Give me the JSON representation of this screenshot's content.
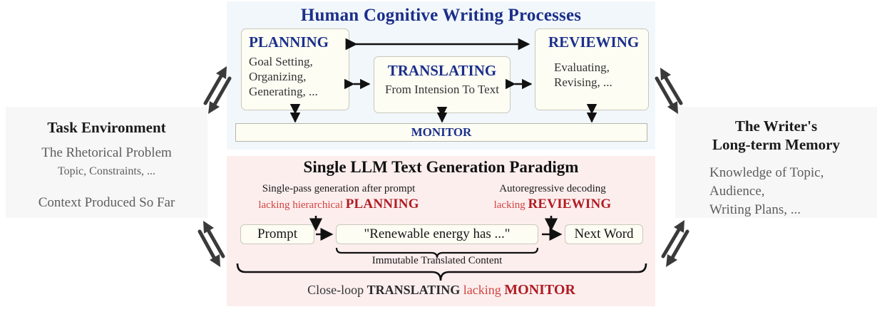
{
  "left_panel": {
    "title": "Task Environment",
    "line1": "The Rhetorical Problem",
    "line2": "Topic, Constraints, ...",
    "line3": "Context Produced So Far"
  },
  "right_panel": {
    "title_line1": "The Writer's",
    "title_line2": "Long-term Memory",
    "items": [
      "Knowledge of Topic,",
      "Audience,",
      "Writing Plans, ..."
    ]
  },
  "human_panel": {
    "title": "Human Cognitive Writing Processes",
    "planning": {
      "heading": "PLANNING",
      "line1": "Goal Setting,",
      "line2": "Organizing,",
      "line3": "Generating, ..."
    },
    "translating": {
      "heading": "TRANSLATING",
      "body": "From Intension To Text"
    },
    "reviewing": {
      "heading": "REVIEWING",
      "line1": "Evaluating,",
      "line2": "Revising, ..."
    },
    "monitor": "MONITOR"
  },
  "llm_panel": {
    "title": "Single LLM Text Generation Paradigm",
    "left_caption": "Single-pass generation after prompt",
    "left_lacking_prefix": "lacking hierarchical ",
    "left_lacking_strong": "PLANNING",
    "right_caption": "Autoregressive decoding",
    "right_lacking_prefix": "lacking ",
    "right_lacking_strong": "REVIEWING",
    "prompt_box": "Prompt",
    "content_box": "\"Renewable energy has ...\"",
    "next_box": "Next Word",
    "immutable_label": "Immutable Translated Content",
    "closeloop_prefix": "Close-loop ",
    "closeloop_strong": "TRANSLATING",
    "closeloop_lacking": " lacking ",
    "closeloop_monitor": "MONITOR"
  },
  "colors": {
    "blue_panel_bg": "#f2f7fb",
    "pink_panel_bg": "#fdeeee",
    "side_panel_bg": "#f7f7f7",
    "heading_blue": "#1b2f8a",
    "accent_red": "#b01c22",
    "light_red": "#cf4440",
    "box_bg": "#fdfdf4"
  },
  "icons": {
    "exchange_top_left": "double-headed-diagonal-arrow",
    "exchange_top_right": "double-headed-diagonal-arrow",
    "exchange_bottom_left": "double-headed-diagonal-arrow",
    "exchange_bottom_right": "double-headed-diagonal-arrow"
  }
}
